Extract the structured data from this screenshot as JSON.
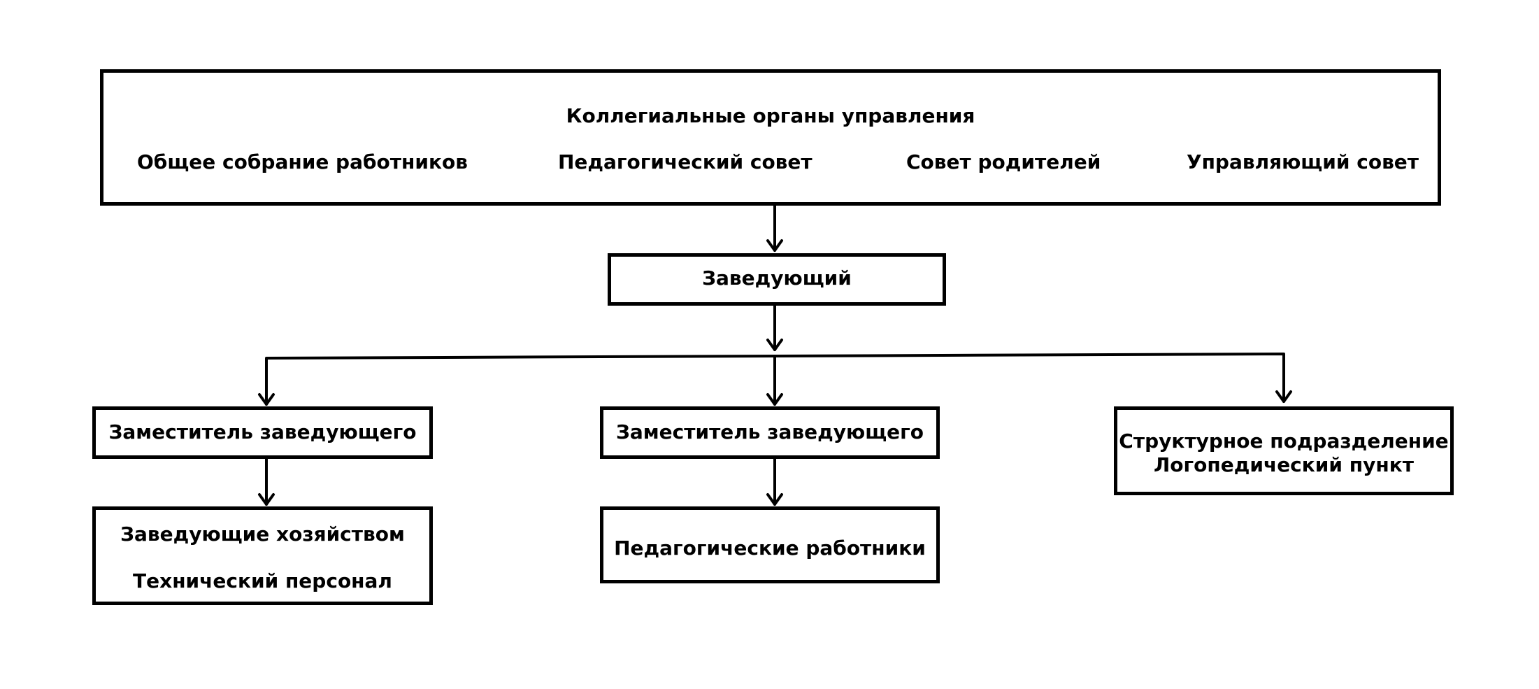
{
  "collegial": {
    "title": "Коллегиальные органы управления",
    "bodies": [
      "Общее собрание работников",
      "Педагогический совет",
      "Совет родителей",
      "Управляющий совет"
    ]
  },
  "head": {
    "label": "Заведующий"
  },
  "branches": {
    "left": {
      "deputy": "Заместитель заведующего",
      "sub_line1": "Заведующие хозяйством",
      "sub_line2": "Технический персонал"
    },
    "center": {
      "deputy": "Заместитель заведующего",
      "sub": "Педагогические работники"
    },
    "right": {
      "line1": "Структурное подразделение",
      "line2": "Логопедический пункт"
    }
  }
}
